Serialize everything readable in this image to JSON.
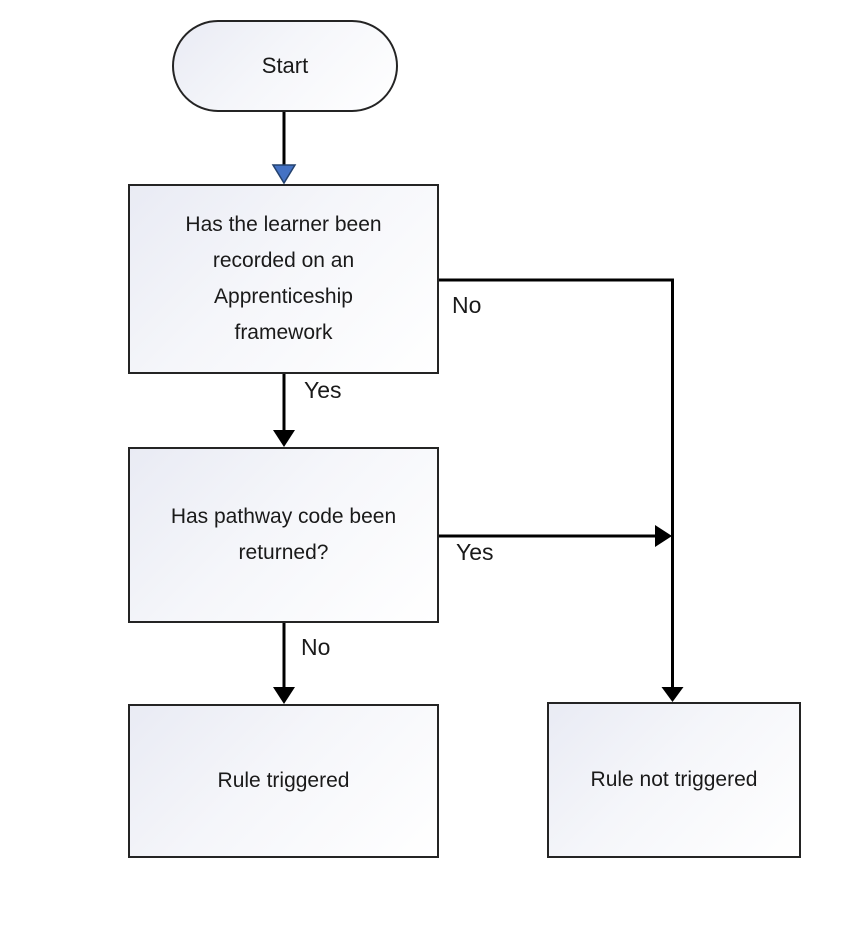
{
  "diagram": {
    "type": "flowchart",
    "nodes": {
      "start": {
        "label": "Start",
        "shape": "terminator"
      },
      "decision1": {
        "label": "Has the learner been recorded on an Apprenticeship framework",
        "shape": "process"
      },
      "decision2": {
        "label": "Has pathway code been returned?",
        "shape": "process"
      },
      "rule_triggered": {
        "label": "Rule triggered",
        "shape": "process"
      },
      "rule_not_triggered": {
        "label": "Rule not triggered",
        "shape": "process"
      }
    },
    "edges": {
      "start_to_decision1": {
        "label": ""
      },
      "decision1_no": {
        "label": "No",
        "target": "rule_not_triggered"
      },
      "decision1_yes": {
        "label": "Yes",
        "target": "decision2"
      },
      "decision2_yes": {
        "label": "Yes",
        "target": "rule_not_triggered"
      },
      "decision2_no": {
        "label": "No",
        "target": "rule_triggered"
      }
    },
    "colors": {
      "border_color": "#242424",
      "line_color": "#000000",
      "text_color": "#1a1a1a",
      "node_fill_from": "#e9ebf4",
      "node_fill_mid": "#f5f6fa",
      "node_fill_to": "#ffffff",
      "entry_arrow_fill": "#4472c4",
      "entry_arrow_stroke": "#24426f",
      "canvas_bg": "#ffffff"
    }
  }
}
